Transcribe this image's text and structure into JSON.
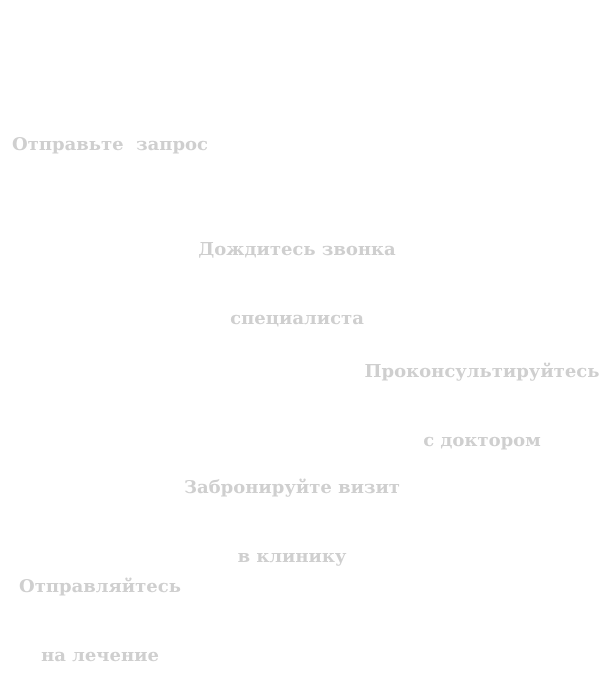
{
  "steps": [
    {
      "lines": [
        "Отправьте  запрос"
      ]
    },
    {
      "lines": [
        "Дождитесь звонка",
        "специалиста"
      ]
    },
    {
      "lines": [
        "Проконсультируйтесь",
        "с доктором"
      ]
    },
    {
      "lines": [
        "Забронируйте визит",
        "в клинику"
      ]
    },
    {
      "lines": [
        "Отправляйтесь",
        "на лечение"
      ]
    }
  ],
  "colors": {
    "background": "#ffffff",
    "text": "#f3f3f3"
  }
}
